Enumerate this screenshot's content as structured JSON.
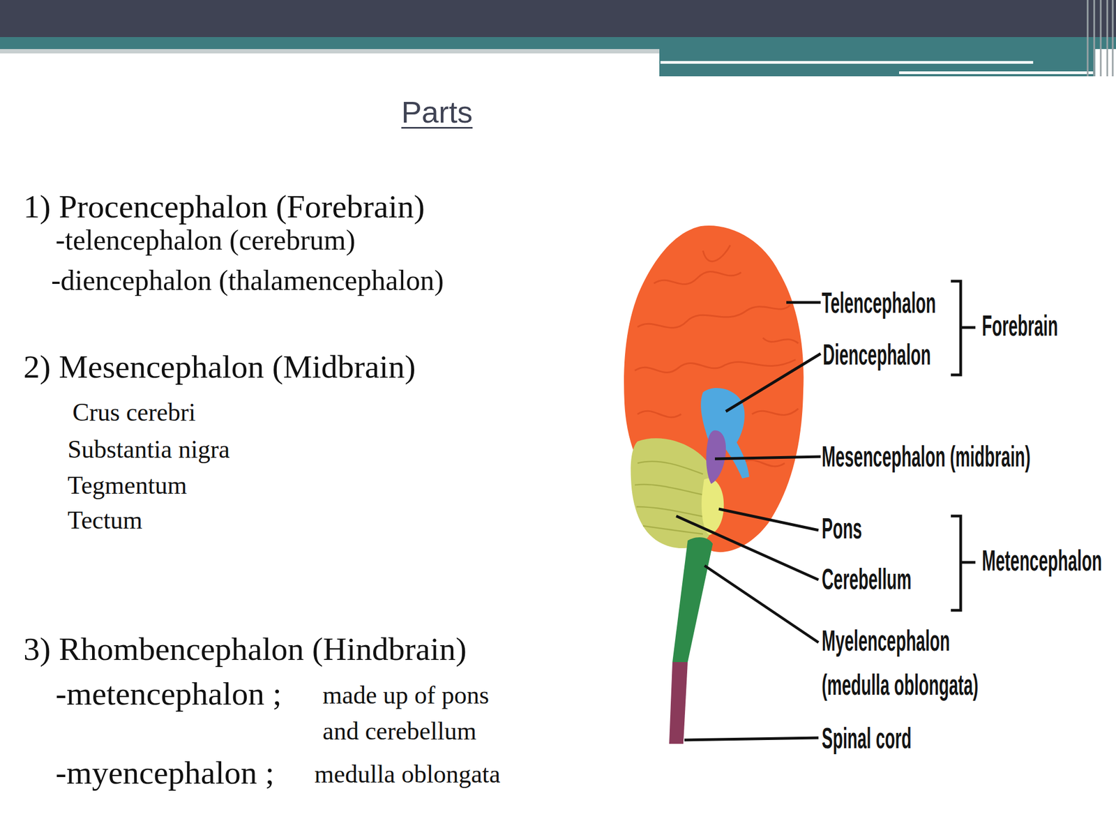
{
  "diagram": {
    "title": "Parts",
    "labels": [
      "1) Procencephalon (Forebrain)",
      "-telencephalon (cerebrum)",
      "-diencephalon (thalamencephalon)",
      "2) Mesencephalon (Midbrain)",
      "Crus cerebri",
      "Substantia nigra",
      "Tegmentum",
      "Tectum",
      "3) Rhombencephalon (Hindbrain)",
      "-metencephalon ;",
      "made up of pons and cerebellum",
      "-myencephalon ;",
      "medulla oblongata",
      "Telencephalon",
      "Diencephalon",
      "Forebrain",
      "Mesencephalon (midbrain)",
      "Pons",
      "Cerebellum",
      "Metencephalon",
      "Myelencephalon (medulla oblongata)",
      "Spinal cord"
    ]
  }
}
